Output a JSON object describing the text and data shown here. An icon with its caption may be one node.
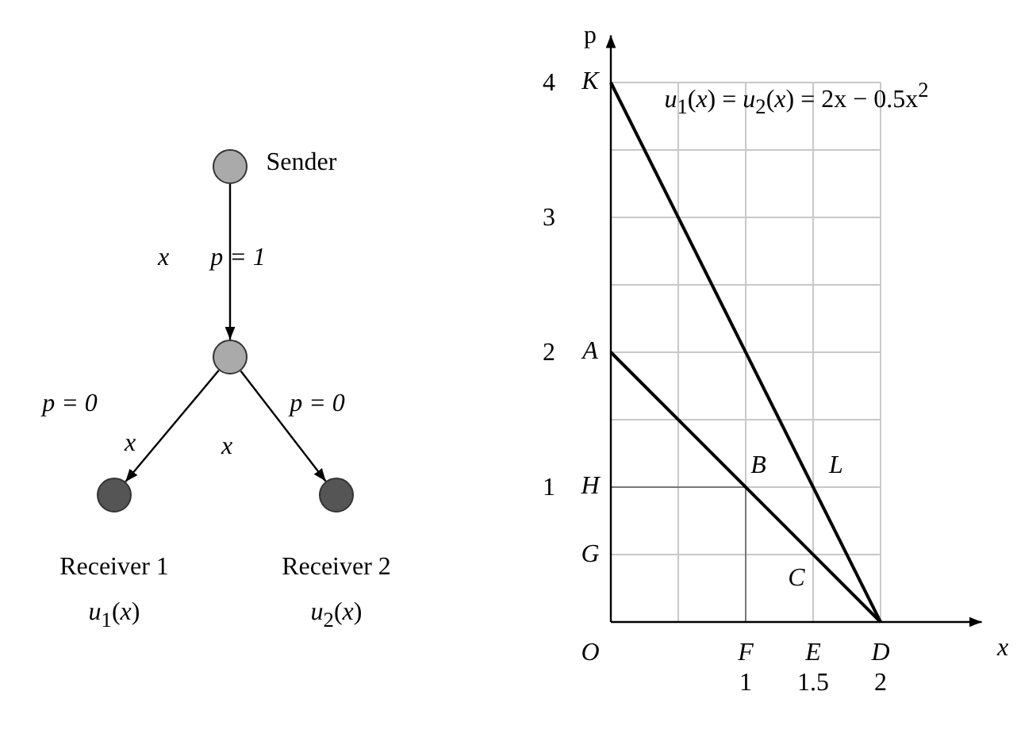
{
  "diagram": {
    "nodes": [
      {
        "text": [],
        "shape": "circle",
        "beside": [
          "Sender"
        ]
      },
      {
        "text": [],
        "shape": "circle"
      },
      {
        "text": [],
        "shape": "circle",
        "beside": [
          "Receiver 1",
          "*u*$_{1}$(*x*)"
        ]
      },
      {
        "text": [],
        "shape": "circle",
        "beside": [
          "Receiver 2",
          "*u*$_{2}$(*x*)"
        ]
      }
    ],
    "edges": [
      {
        "from": 0,
        "to": 1,
        "arrow": "to",
        "label": "x"
      },
      {
        "from": 1,
        "to": 2,
        "arrow": "to",
        "label": "x"
      },
      {
        "from": 1,
        "to": 3,
        "arrow": "to",
        "label": "x"
      }
    ],
    "labels": [
      "p = 1",
      "p = 0",
      "p = 0",
      "K",
      "A",
      "H",
      "G",
      "B",
      "L",
      "C",
      "O",
      "F",
      "E",
      "D"
    ],
    "chart_data": {
      "type": "line",
      "title": "*u*$_{1}$(*x*) = *u*$_{2}$(*x*) = 2x − 0.5x$^{2}$",
      "xlabel": "x",
      "ylabel": "p",
      "x": [
        0,
        2
      ],
      "series": [
        {
          "color": "#000000",
          "values": [
            4,
            0
          ]
        },
        {
          "color": "#000000",
          "values": [
            2,
            0
          ]
        }
      ],
      "xlim": [
        0,
        2.75
      ],
      "ylim": [
        0,
        4.35
      ],
      "grid": true,
      "xticks": [
        1,
        1.5,
        2
      ],
      "yticks": [
        1,
        2,
        3,
        4
      ]
    }
  }
}
